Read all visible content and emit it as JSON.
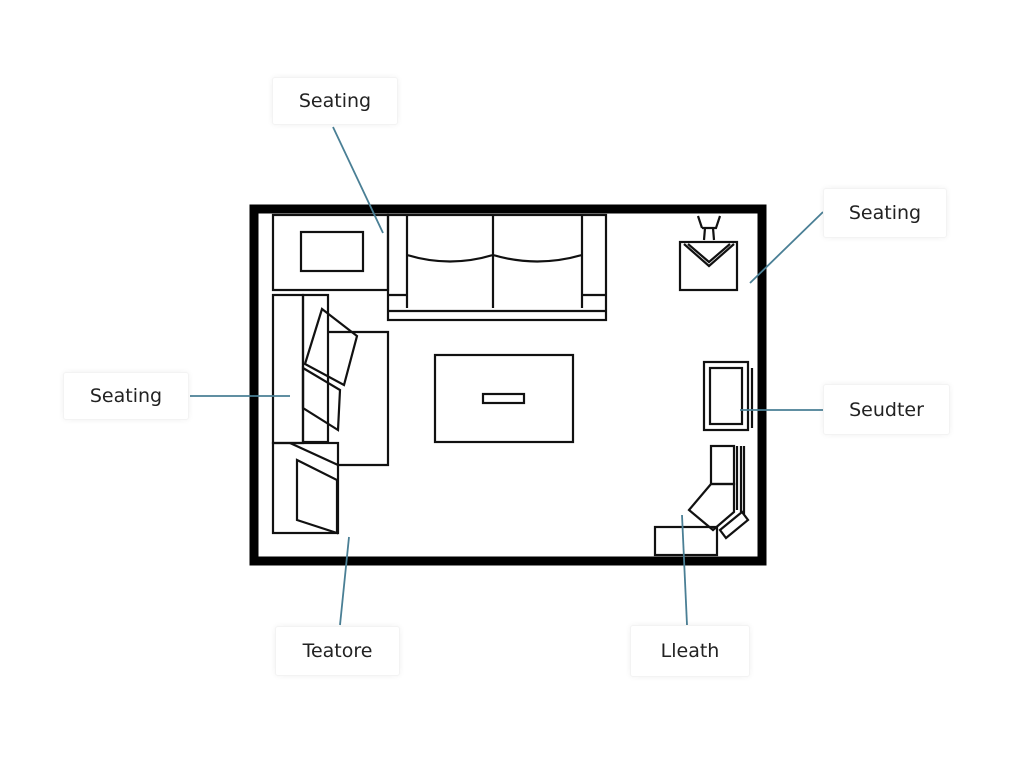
{
  "colors": {
    "wall": "#000000",
    "furniture_line": "#111111",
    "leader_line": "#4a7f95",
    "background": "#ffffff"
  },
  "labels": [
    {
      "id": "top",
      "text": "Seating"
    },
    {
      "id": "right-top",
      "text": "Seating"
    },
    {
      "id": "left",
      "text": "Seating"
    },
    {
      "id": "right-mid",
      "text": "Seudter"
    },
    {
      "id": "bottom-left",
      "text": "Teatore"
    },
    {
      "id": "bottom-right",
      "text": "Lleath"
    }
  ]
}
